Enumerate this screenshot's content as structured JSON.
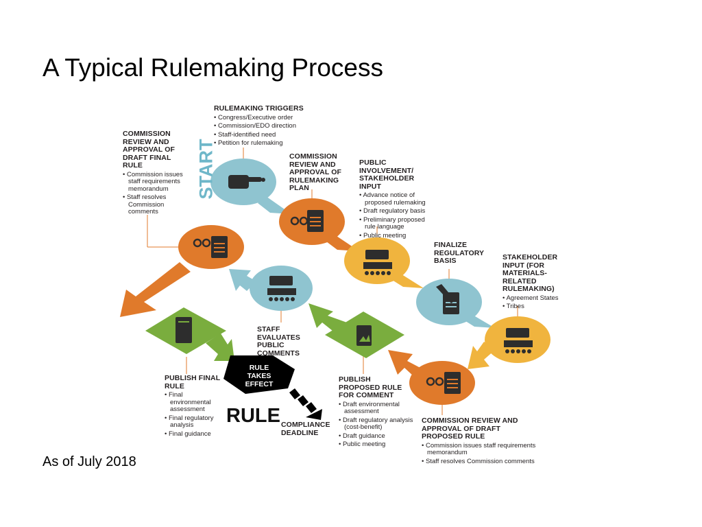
{
  "title": "A Typical Rulemaking Process",
  "footer": "As of July 2018",
  "start_label": "START",
  "rule_label": "RULE",
  "rule_takes_effect": "RULE TAKES EFFECT",
  "colors": {
    "orange": "#e07a2b",
    "blue": "#8fc4d0",
    "yellow": "#f0b43e",
    "green": "#7aad3e",
    "black": "#000000",
    "dark_icon": "#2d2d2d"
  },
  "steps": {
    "triggers": {
      "heading": "RULEMAKING TRIGGERS",
      "bullets": [
        "Congress/Executive order",
        "Commission/EDO direction",
        "Staff-identified need",
        "Petition for rulemaking"
      ]
    },
    "approval_final": {
      "heading": "COMMISSION REVIEW AND APPROVAL OF DRAFT FINAL RULE",
      "bullets": [
        "Commission issues staff requirements memorandum",
        "Staff resolves Commission comments"
      ]
    },
    "plan": {
      "heading": "COMMISSION REVIEW AND APPROVAL OF RULEMAKING PLAN",
      "bullets": []
    },
    "public": {
      "heading": "PUBLIC INVOLVEMENT/ STAKEHOLDER INPUT",
      "bullets": [
        "Advance notice of proposed rulemaking",
        "Draft regulatory basis",
        "Preliminary proposed rule language",
        "Public meeting"
      ]
    },
    "finalize": {
      "heading": "FINALIZE REGULATORY BASIS",
      "bullets": []
    },
    "stakeholder": {
      "heading": "STAKEHOLDER INPUT (for Materials-related rulemaking)",
      "bullets": [
        "Agreement States",
        "Tribes"
      ]
    },
    "evaluates": {
      "heading": "STAFF EVALUATES PUBLIC COMMENTS",
      "bullets": []
    },
    "publish_final": {
      "heading": "PUBLISH FINAL RULE",
      "bullets": [
        "Final environmental assessment",
        "Final regulatory analysis",
        "Final guidance"
      ]
    },
    "publish_proposed": {
      "heading": "PUBLISH PROPOSED RULE FOR COMMENT",
      "bullets": [
        "Draft environmental assessment",
        "Draft regulatory analysis (cost-benefit)",
        "Draft guidance",
        "Public meeting"
      ]
    },
    "approval_proposed": {
      "heading": "COMMISSION REVIEW AND APPROVAL OF DRAFT PROPOSED RULE",
      "bullets": [
        "Commission issues staff requirements memorandum",
        "Staff resolves Commission comments"
      ]
    },
    "compliance": {
      "heading": "COMPLIANCE DEADLINE",
      "bullets": []
    }
  }
}
